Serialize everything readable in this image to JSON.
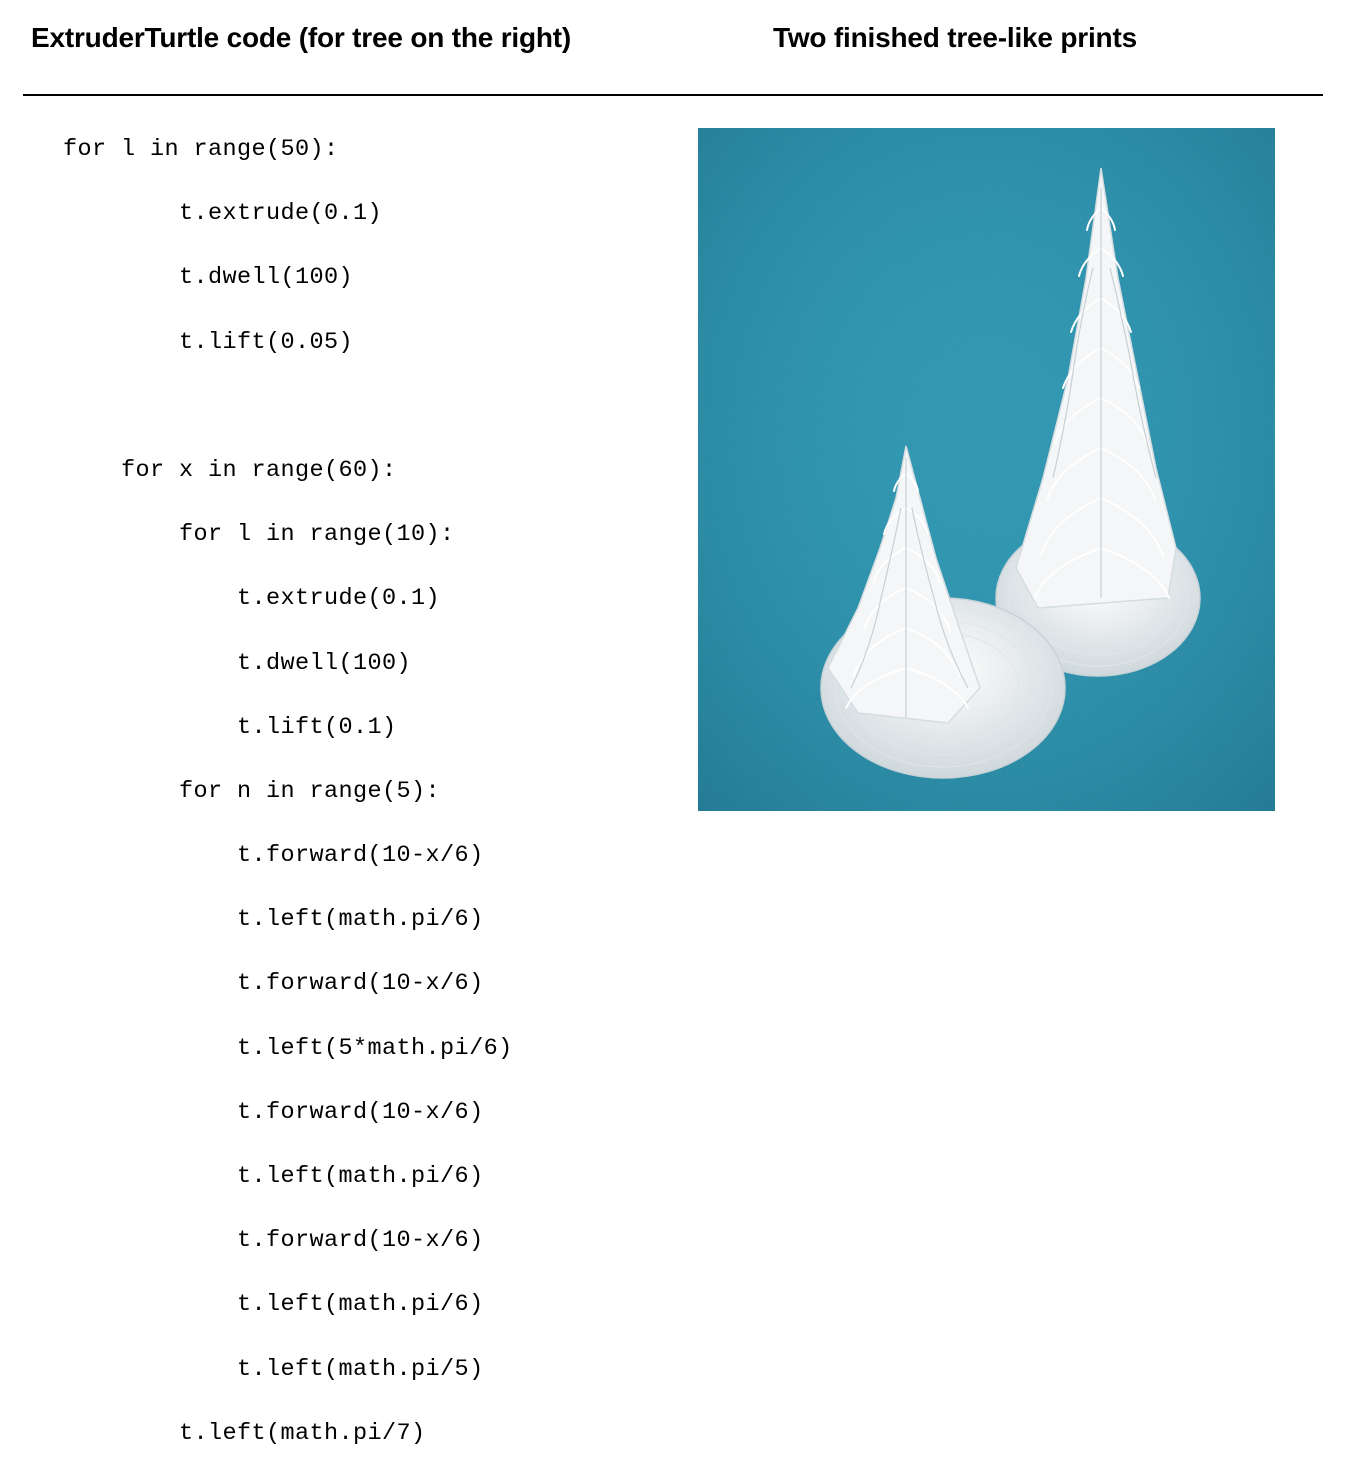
{
  "headings": {
    "left": "ExtruderTurtle code (for tree on the right)",
    "right": "Two finished tree-like prints"
  },
  "code": {
    "lines": [
      "for l in range(50):",
      "        t.extrude(0.1)",
      "        t.dwell(100)",
      "        t.lift(0.05)",
      "",
      "    for x in range(60):",
      "        for l in range(10):",
      "            t.extrude(0.1)",
      "            t.dwell(100)",
      "            t.lift(0.1)",
      "        for n in range(5):",
      "            t.forward(10-x/6)",
      "            t.left(math.pi/6)",
      "            t.forward(10-x/6)",
      "            t.left(5*math.pi/6)",
      "            t.forward(10-x/6)",
      "            t.left(math.pi/6)",
      "            t.forward(10-x/6)",
      "            t.left(math.pi/6)",
      "            t.left(math.pi/5)",
      "        t.left(math.pi/7)"
    ]
  },
  "colors": {
    "felt_background": "#2a8fab",
    "print_white": "#f4f6f7"
  },
  "photo": {
    "subject": "two-white-3d-printed-trees-on-blue-felt"
  }
}
